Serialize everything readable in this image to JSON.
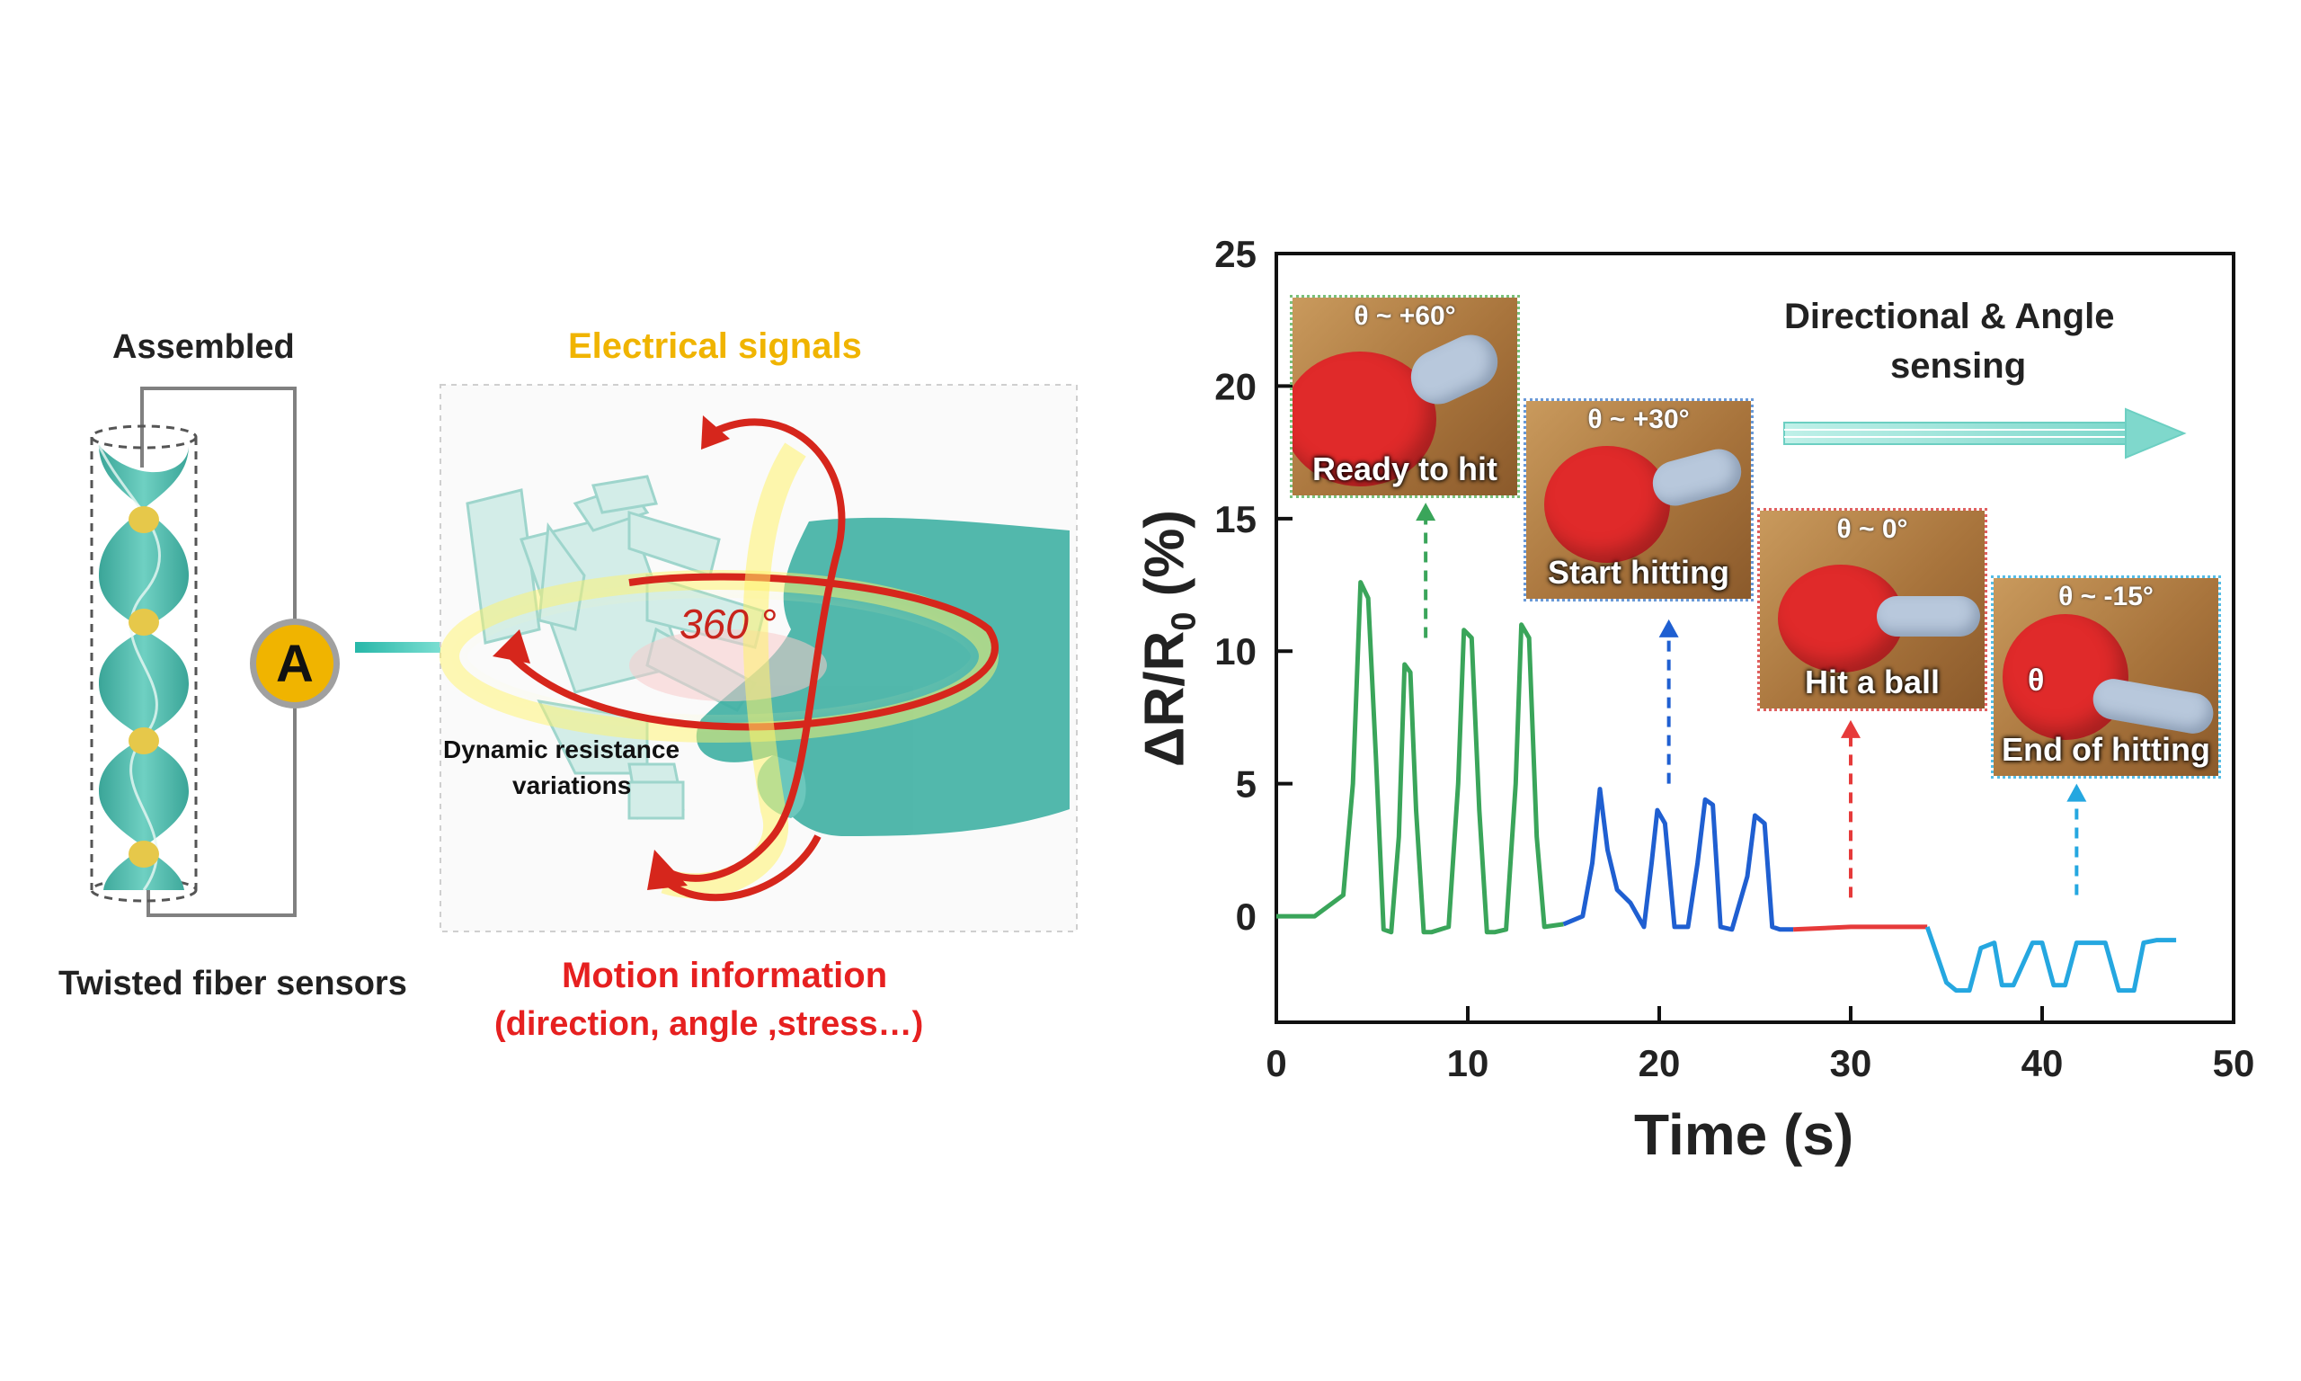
{
  "left_panel": {
    "assembled_label": "Assembled",
    "electrical_label": "Electrical signals",
    "ammeter_label": "A",
    "rotation_label": "360 °",
    "dynamic_label_1": "Dynamic resistance",
    "dynamic_label_2": "variations",
    "twisted_label": "Twisted fiber sensors",
    "motion_label_1": "Motion information",
    "motion_label_2": "(direction, angle ,stress…)"
  },
  "colors": {
    "green": "#3aa55a",
    "blue": "#1f5fd1",
    "red": "#e63a3a",
    "cyan": "#25a7e0",
    "teal": "#4fc4b8",
    "gold": "#f0b400"
  },
  "photos": [
    {
      "angle": "θ ~ +60°",
      "caption": "Ready to hit"
    },
    {
      "angle": "θ ~ +30°",
      "caption": "Start hitting"
    },
    {
      "angle": "θ ~ 0°",
      "caption": "Hit a ball"
    },
    {
      "angle": "θ ~ -15°",
      "caption": "End of hitting",
      "theta": "θ"
    }
  ],
  "chart_data": {
    "type": "line",
    "title": "Directional & Angle sensing",
    "title_line1": "Directional & Angle",
    "title_line2": "sensing",
    "xlabel": "Time (s)",
    "ylabel": "ΔR/R0 (%)",
    "xlim": [
      0,
      50
    ],
    "ylim": [
      -4,
      25
    ],
    "xticks": [
      0,
      10,
      20,
      30,
      40,
      50
    ],
    "yticks": [
      0,
      5,
      10,
      15,
      20,
      25
    ],
    "series": [
      {
        "color": "#3aa55a",
        "x": [
          0,
          2,
          3.5,
          4,
          4.4,
          4.8,
          5.2,
          5.6,
          6,
          6.4,
          6.7,
          7.0,
          7.3,
          7.7,
          8.1,
          9.0,
          9.5,
          9.8,
          10.2,
          10.6,
          11.0,
          11.4,
          12.0,
          12.5,
          12.8,
          13.2,
          13.6,
          14.0,
          15.0
        ],
        "y": [
          0,
          0,
          0.8,
          5,
          12.6,
          12.0,
          6,
          -0.5,
          -0.6,
          3,
          9.5,
          9.2,
          4,
          -0.6,
          -0.6,
          -0.4,
          5,
          10.8,
          10.5,
          4,
          -0.6,
          -0.6,
          -0.5,
          5,
          11,
          10.5,
          3,
          -0.4,
          -0.3
        ]
      },
      {
        "color": "#1f5fd1",
        "x": [
          15,
          16.0,
          16.5,
          16.9,
          17.3,
          17.8,
          18.5,
          19.2,
          19.6,
          19.9,
          20.3,
          20.8,
          21.5,
          22.0,
          22.4,
          22.8,
          23.2,
          23.8,
          24.6,
          25.0,
          25.5,
          25.9,
          26.3,
          27.0
        ],
        "y": [
          -0.3,
          0,
          2,
          4.8,
          2.5,
          1.0,
          0.5,
          -0.4,
          2,
          4.0,
          3.5,
          -0.4,
          -0.4,
          2,
          4.4,
          4.2,
          -0.4,
          -0.5,
          1.5,
          3.8,
          3.5,
          -0.4,
          -0.5,
          -0.5
        ]
      },
      {
        "color": "#e63a3a",
        "x": [
          27,
          30,
          34
        ],
        "y": [
          -0.5,
          -0.4,
          -0.4
        ]
      },
      {
        "color": "#25a7e0",
        "x": [
          34,
          35.0,
          35.5,
          36.2,
          36.8,
          37.5,
          37.9,
          38.5,
          39.5,
          40.0,
          40.6,
          41.2,
          41.8,
          42.5,
          43.3,
          44.0,
          44.8,
          45.3,
          46.0,
          47.0
        ],
        "y": [
          -0.4,
          -2.5,
          -2.8,
          -2.8,
          -1.2,
          -1.0,
          -2.6,
          -2.6,
          -1.0,
          -1.0,
          -2.6,
          -2.6,
          -1.0,
          -1.0,
          -1.0,
          -2.8,
          -2.8,
          -1.0,
          -0.9,
          -0.9
        ]
      }
    ],
    "annotations": [
      {
        "x": 7.8,
        "y_from": 10.5,
        "y_to": 15.6,
        "color": "#3aa55a"
      },
      {
        "x": 20.5,
        "y_from": 5.0,
        "y_to": 11.2,
        "color": "#1f5fd1"
      },
      {
        "x": 30.0,
        "y_from": 0.7,
        "y_to": 7.4,
        "color": "#e63a3a"
      },
      {
        "x": 41.8,
        "y_from": 0.8,
        "y_to": 5.0,
        "color": "#25a7e0"
      }
    ]
  }
}
